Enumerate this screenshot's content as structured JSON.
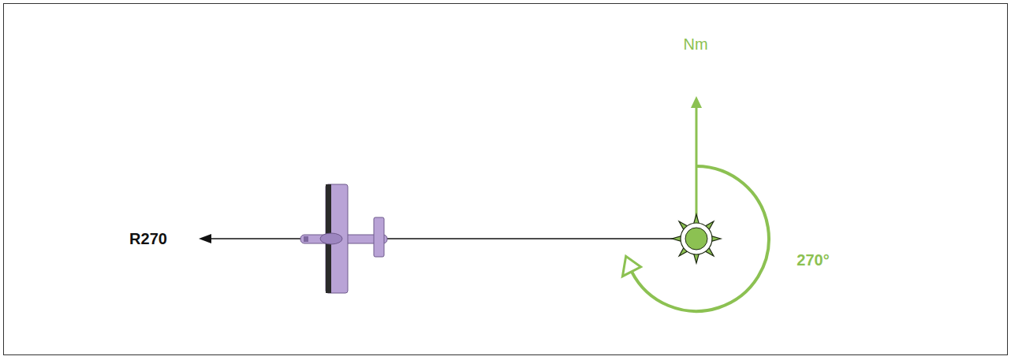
{
  "diagram": {
    "labels": [
      "Nm",
      "R270",
      "270°"
    ]
  }
}
